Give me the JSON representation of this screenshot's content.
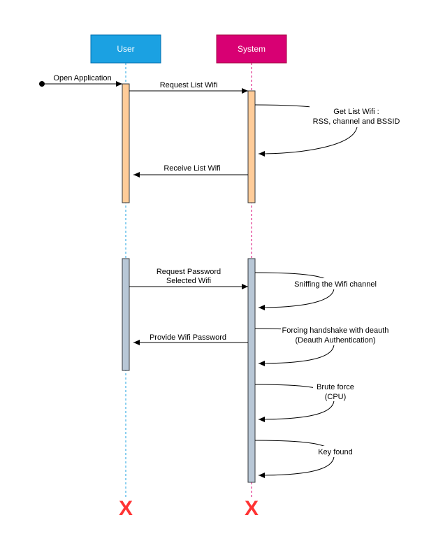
{
  "colors": {
    "user_box": "#1ba1e2",
    "system_box": "#d80073",
    "user_lifeline": "#1ba1e2",
    "system_lifeline": "#d80073",
    "activation_orange": "#ffcc99",
    "activation_gray": "#b8c7d6",
    "destroy": "#ff3333"
  },
  "actors": {
    "user": "User",
    "system": "System"
  },
  "messages": {
    "open_application": "Open Application",
    "request_list_wifi": "Request List Wifi",
    "get_list_wifi_1": "Get List Wifi :",
    "get_list_wifi_2": "RSS, channel and BSSID",
    "receive_list_wifi": "Receive List Wifi",
    "request_password_1": "Request Password",
    "request_password_2": "Selected Wifi",
    "sniffing": "Sniffing the Wifi channel",
    "forcing_1": "Forcing handshake with deauth",
    "forcing_2": "(Deauth Authentication)",
    "provide_password": "Provide Wifi Password",
    "brute_force_1": "Brute force",
    "brute_force_2": "(CPU)",
    "key_found": "Key found"
  },
  "destroy_marks": {
    "user": "X",
    "system": "X"
  }
}
